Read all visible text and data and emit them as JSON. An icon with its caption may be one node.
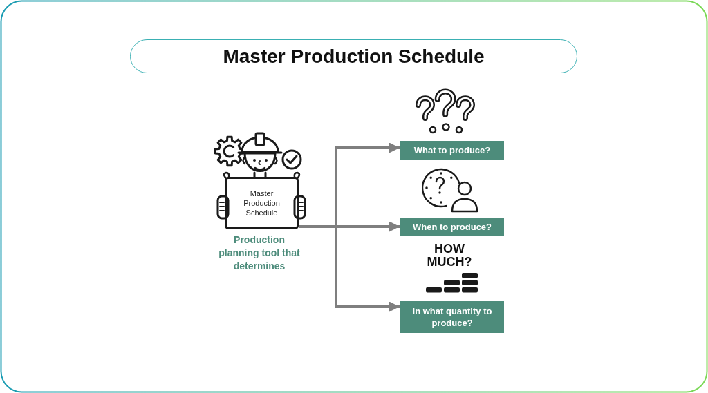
{
  "diagram": {
    "title": "Master Production Schedule",
    "nodes": [
      {
        "text": [
          "Master Production Schedule"
        ],
        "beside": [
          "Production planning tool that determines"
        ]
      },
      {
        "text": [
          "What to produce?"
        ]
      },
      {
        "text": [
          "When to produce?"
        ]
      },
      {
        "text": [
          "In what quantity to produce?"
        ]
      }
    ],
    "edges": [
      {
        "from": 0,
        "to": 1,
        "arrow": "to"
      },
      {
        "from": 0,
        "to": 2,
        "arrow": "to"
      },
      {
        "from": 0,
        "to": 3,
        "arrow": "to"
      }
    ],
    "labels": [
      "HOW MUCH?"
    ]
  }
}
